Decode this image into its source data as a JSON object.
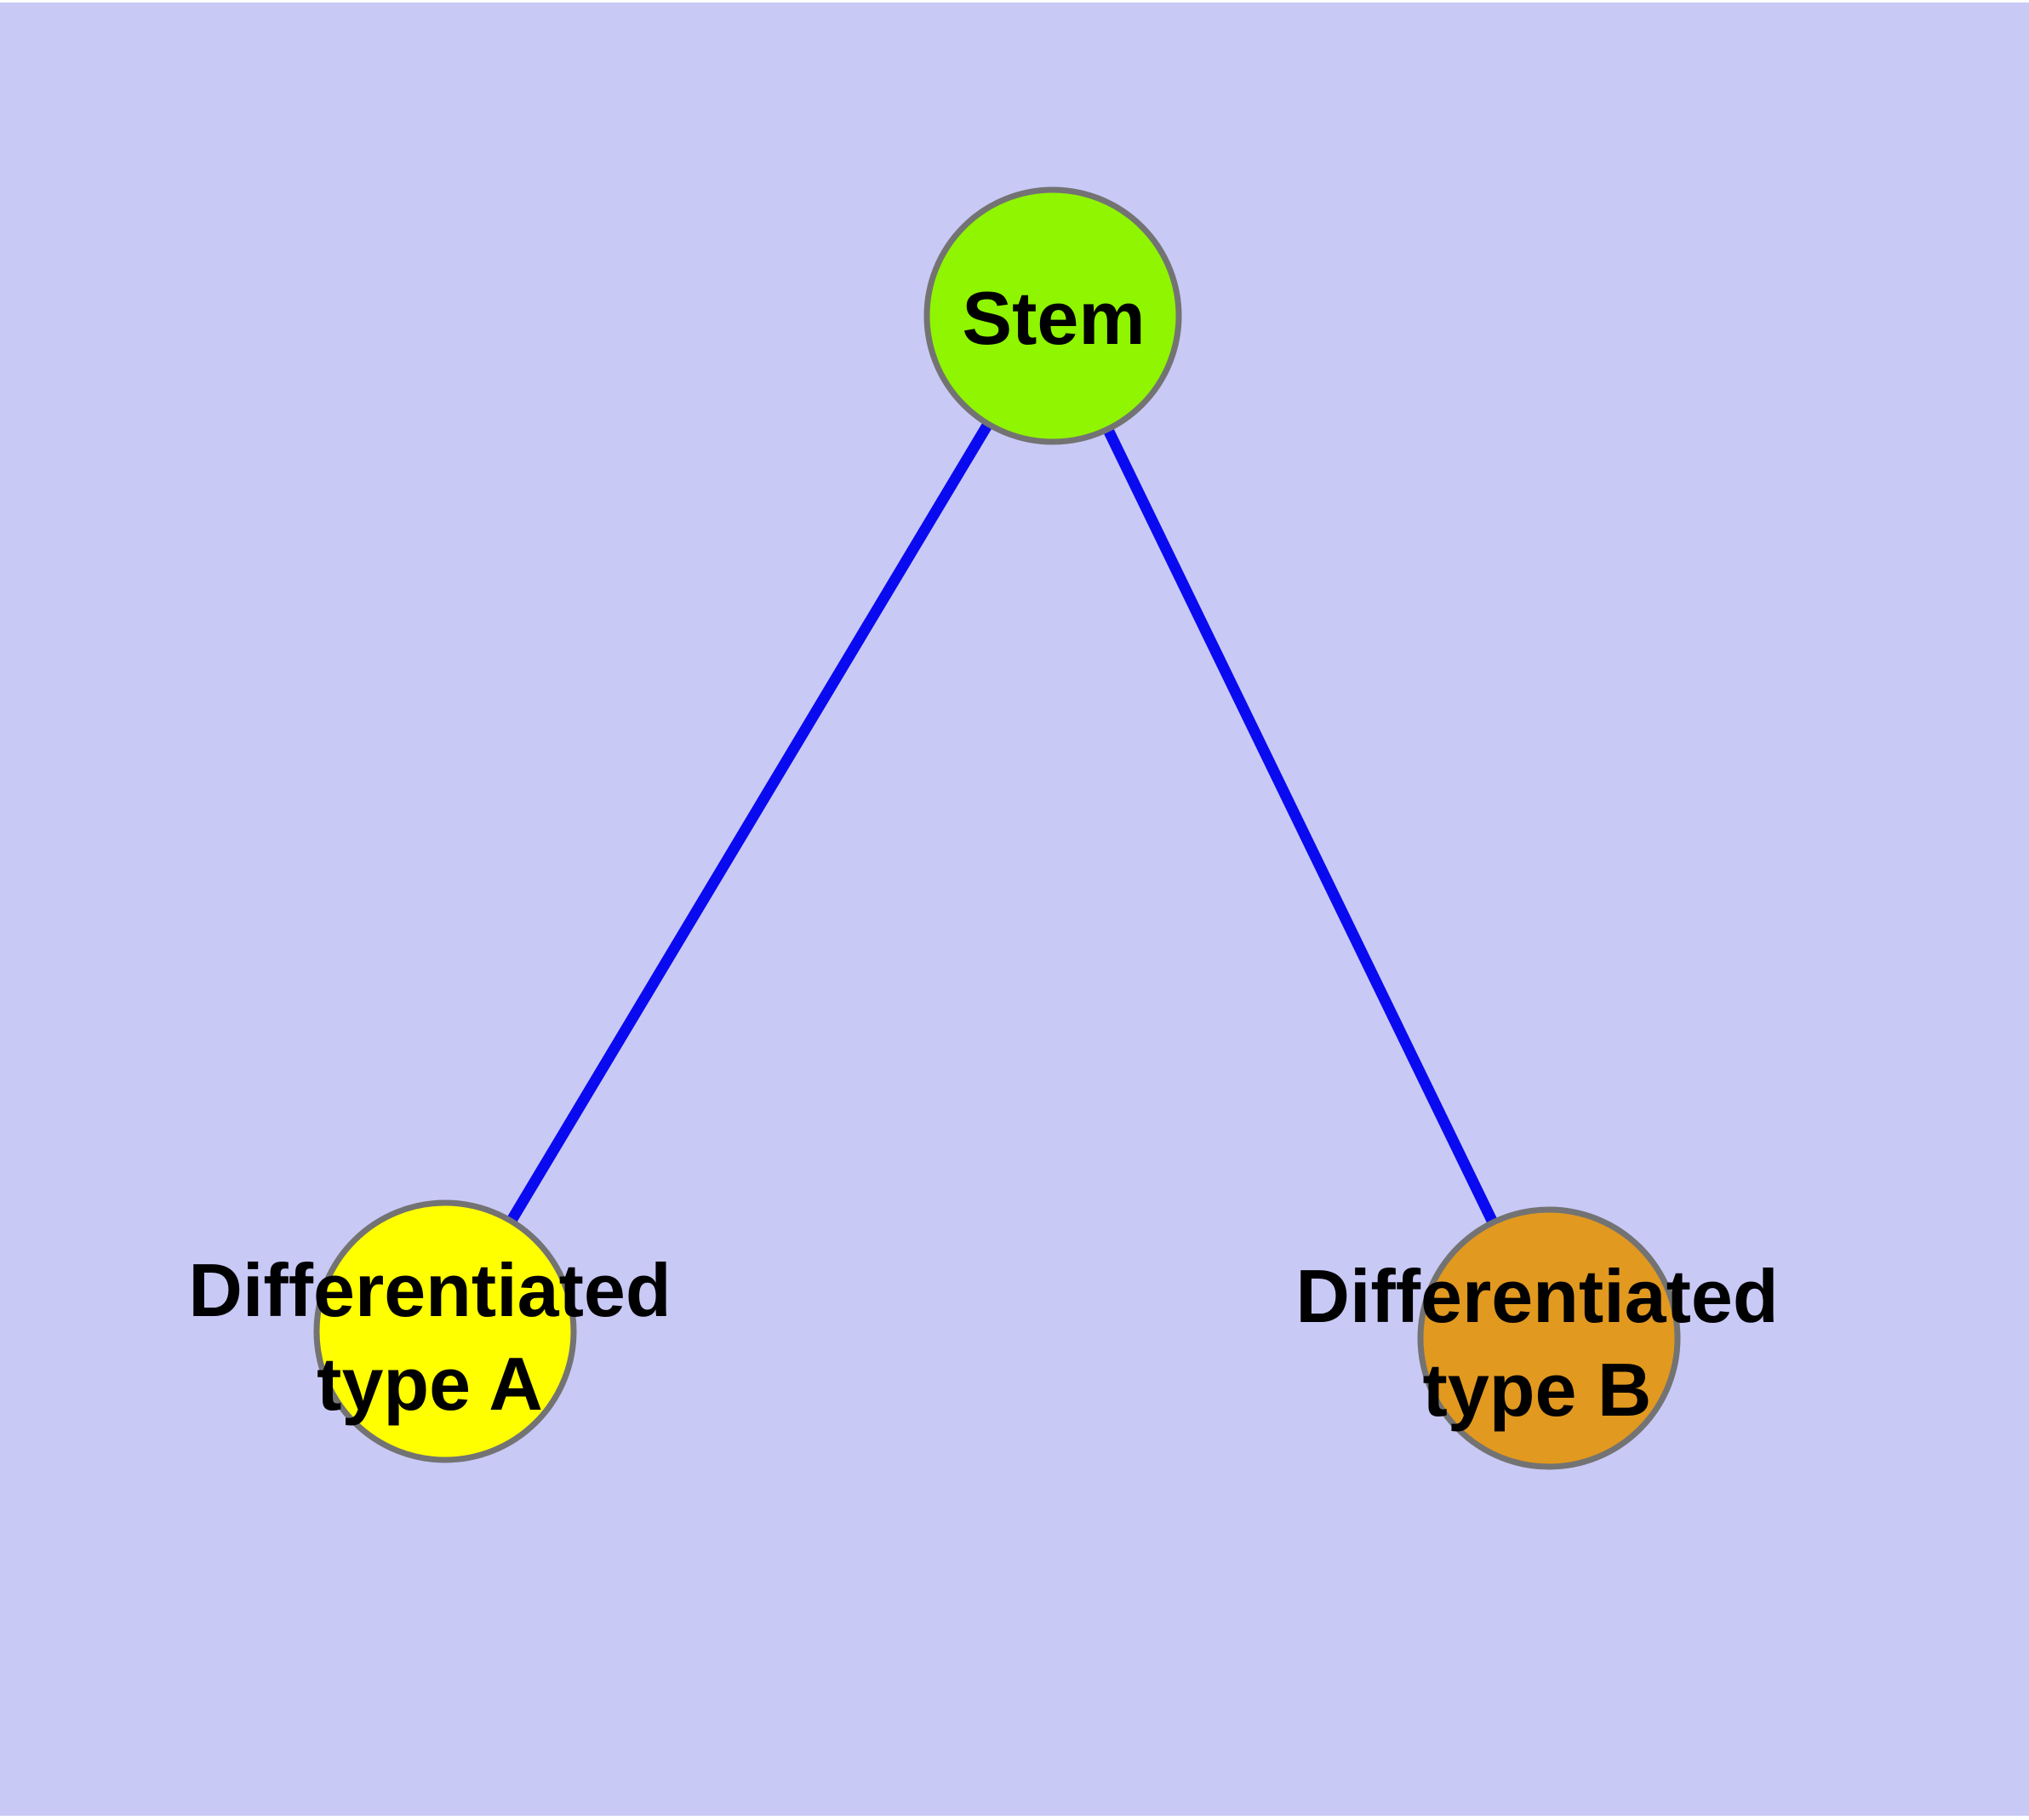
{
  "colors": {
    "background": "#C9C9F6",
    "frame": "#FFFFFF",
    "edge": "#0A0AF0",
    "node_border": "#737373",
    "label": "#000000"
  },
  "nodes": [
    {
      "id": "stem",
      "label": "Stem",
      "lines": [
        "Stem"
      ],
      "fill": "#8FF500"
    },
    {
      "id": "differentiated-type-a",
      "label": "Differentiated type A",
      "lines": [
        "Differentiated",
        "type A"
      ],
      "fill": "#FFFF00"
    },
    {
      "id": "differentiated-type-b",
      "label": "Differentiated type B",
      "lines": [
        "Differentiated",
        "type B"
      ],
      "fill": "#E2991F"
    }
  ],
  "edges": [
    {
      "from": "Stem",
      "to": "Differentiated type A",
      "color": "#0A0AF0"
    },
    {
      "from": "Stem",
      "to": "Differentiated type B",
      "color": "#0A0AF0"
    }
  ]
}
